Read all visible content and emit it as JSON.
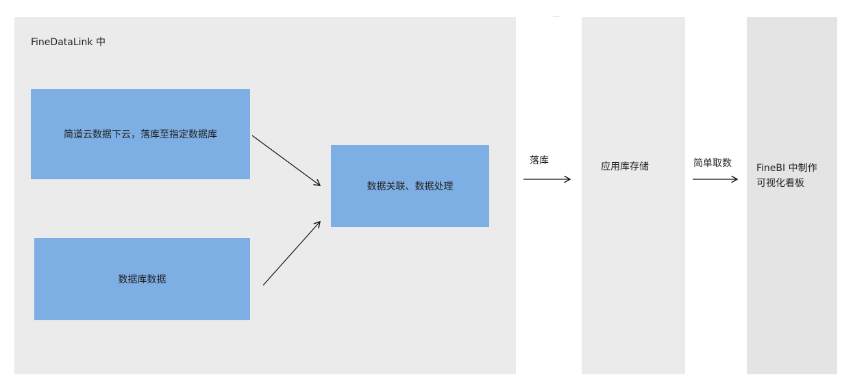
{
  "container": {
    "title": "FineDataLink 中"
  },
  "nodes": {
    "cloud_data": "简道云数据下云，落库至指定数据库",
    "db_data": "数据库数据",
    "processing": "数据关联、数据处理",
    "app_storage": "应用库存储",
    "finebi_line1": "FineBI 中制作",
    "finebi_line2": "可视化看板"
  },
  "edges": {
    "to_storage": "落库",
    "to_finebi": "简单取数"
  }
}
